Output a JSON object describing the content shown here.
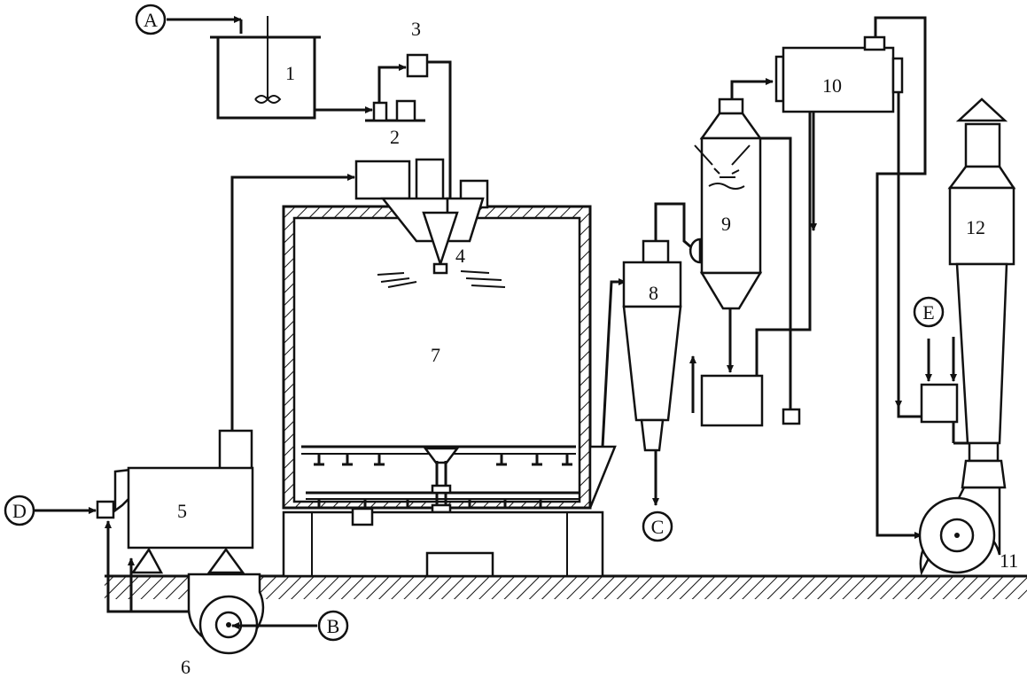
{
  "diagram": {
    "inputs": {
      "A": "A",
      "B": "B",
      "C": "C",
      "D": "D",
      "E": "E"
    },
    "components": {
      "c1": "1",
      "c2": "2",
      "c3": "3",
      "c4": "4",
      "c5": "5",
      "c6": "6",
      "c7": "7",
      "c8": "8",
      "c9": "9",
      "c10": "10",
      "c11": "11",
      "c12": "12"
    }
  }
}
